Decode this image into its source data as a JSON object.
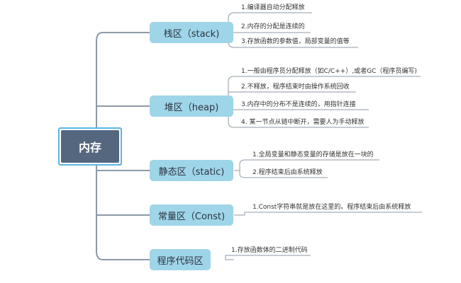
{
  "root": {
    "label": "内存"
  },
  "branches": [
    {
      "label": "栈区（stack)",
      "leaves": [
        "1.编译器自动分配释放",
        "2.内存的分配是连续的",
        "3.存放函数的参数值，局部变量的值等"
      ]
    },
    {
      "label": "堆区（heap)",
      "leaves": [
        "1.一般由程序员分配释放（如C/C++）,或者GC（程序员编写)",
        "2.不释放，程序结束时由操作系统回收",
        "3.内存中的分布不是连续的，用指针连接",
        "4. 某一节点从链中断开，需要人为手动释放"
      ]
    },
    {
      "label": "静态区（static)",
      "leaves": [
        "1.全局变量和静态变量的存储是放在一块的",
        "2.程序结束后由系统释放"
      ]
    },
    {
      "label": "常量区（Const)",
      "leaves": [
        "1.Const字符串就是放在这里的。程序结束后由系统释放"
      ]
    },
    {
      "label": "程序代码区",
      "leaves": [
        "1.存放函数体的二进制代码"
      ]
    }
  ],
  "colors": {
    "root_fill": "#55667f",
    "root_border": "#5ab4e6",
    "branch_fill": "#9fd5e8",
    "line": "#8c9aa8"
  }
}
